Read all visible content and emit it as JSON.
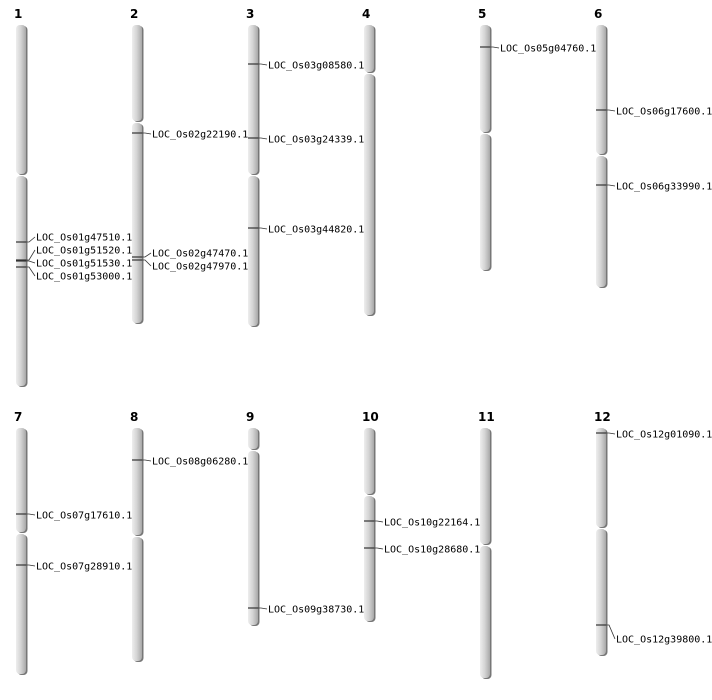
{
  "chromosomes": [
    {
      "label": "1",
      "genes": [
        "LOC_Os01g47510.1",
        "LOC_Os01g51520.1",
        "LOC_Os01g51530.1",
        "LOC_Os01g53000.1"
      ]
    },
    {
      "label": "2",
      "genes": [
        "LOC_Os02g22190.1",
        "LOC_Os02g47470.1",
        "LOC_Os02g47970.1"
      ]
    },
    {
      "label": "3",
      "genes": [
        "LOC_Os03g08580.1",
        "LOC_Os03g24339.1",
        "LOC_Os03g44820.1"
      ]
    },
    {
      "label": "4",
      "genes": []
    },
    {
      "label": "5",
      "genes": [
        "LOC_Os05g04760.1"
      ]
    },
    {
      "label": "6",
      "genes": [
        "LOC_Os06g17600.1",
        "LOC_Os06g33990.1"
      ]
    },
    {
      "label": "7",
      "genes": [
        "LOC_Os07g17610.1",
        "LOC_Os07g28910.1"
      ]
    },
    {
      "label": "8",
      "genes": [
        "LOC_Os08g06280.1"
      ]
    },
    {
      "label": "9",
      "genes": [
        "LOC_Os09g38730.1"
      ]
    },
    {
      "label": "10",
      "genes": [
        "LOC_Os10g22164.1",
        "LOC_Os10g28680.1"
      ]
    },
    {
      "label": "11",
      "genes": []
    },
    {
      "label": "12",
      "genes": [
        "LOC_Os12g01090.1",
        "LOC_Os12g39800.1"
      ]
    }
  ],
  "colors": {
    "chromosome": "#d3d3d3",
    "outline": "#666666",
    "marker": "#333333"
  }
}
